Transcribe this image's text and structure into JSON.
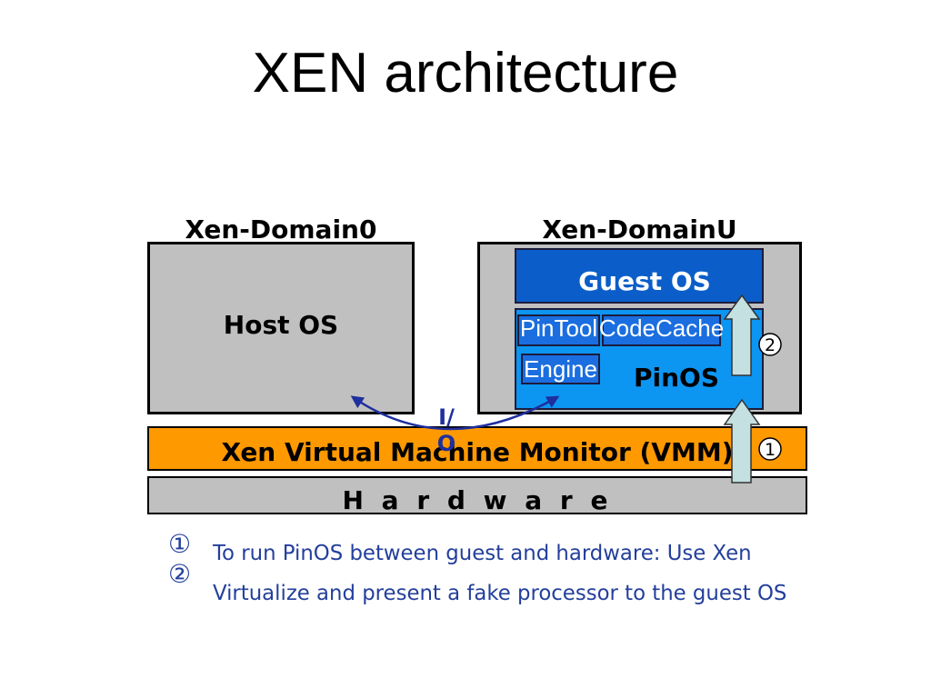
{
  "slide": {
    "title": "XEN architecture"
  },
  "diagram": {
    "domain0": {
      "label": "Xen-Domain0",
      "host_os": "Host OS"
    },
    "domainU": {
      "label": "Xen-DomainU",
      "guest_os": "Guest OS",
      "pinos": "PinOS",
      "pintool": "PinTool",
      "codecache": "CodeCache",
      "engine": "Engine"
    },
    "io": "I/O",
    "vmm": "Xen Virtual Machine Monitor (VMM)",
    "hardware": "H a r d w a r e",
    "step_markers": [
      "1",
      "2"
    ]
  },
  "legend": [
    {
      "marker": "①",
      "text": "To run PinOS between guest and hardware: Use Xen"
    },
    {
      "marker": "②",
      "text": "Virtualize and present a fake processor to the guest OS"
    }
  ],
  "colors": {
    "domain_fill": "#c0c0c0",
    "guest_os_fill": "#0b5ec9",
    "pinos_fill": "#0d95f2",
    "chip_fill": "#1a6ee0",
    "vmm_fill": "#ff9900",
    "arrow_fill": "#c4e0e1",
    "io_color": "#1f2f9e",
    "legend_text": "#233f9c"
  }
}
